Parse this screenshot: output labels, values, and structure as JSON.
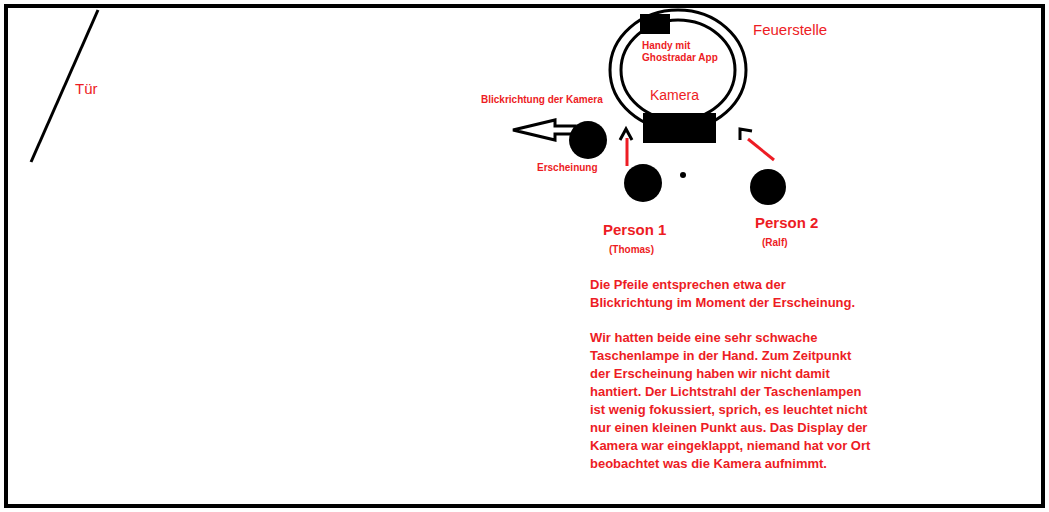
{
  "diagram": {
    "nodes": [
      {
        "text": [
          "Feuerstelle"
        ]
      },
      {
        "text": [
          "Handy mit Ghostradar App"
        ],
        "in": 0
      },
      {
        "text": [
          "Kamera"
        ],
        "in": 0
      },
      {
        "text": [
          "Erscheinung"
        ]
      },
      {
        "text": [
          "Person 1",
          "(Thomas)"
        ]
      },
      {
        "text": [
          "Person 2",
          "(Ralf)"
        ]
      }
    ],
    "labels": [
      "Tür",
      "Blickrichtung der Kamera",
      "Die Pfeile entsprechen etwa der Blickrichtung im Moment der Erscheinung.",
      "Wir hatten beide eine sehr schwache Taschenlampe in der Hand. Zum Zeitpunkt der Erscheinung haben wir nicht damit hantiert. Der Lichtstrahl der Taschenlampen ist wenig fokussiert, sprich, es leuchtet nicht nur einen kleinen Punkt aus. Das Display der Kamera war eingeklappt, niemand hat vor Ort beobachtet was die Kamera aufnimmt."
    ]
  }
}
